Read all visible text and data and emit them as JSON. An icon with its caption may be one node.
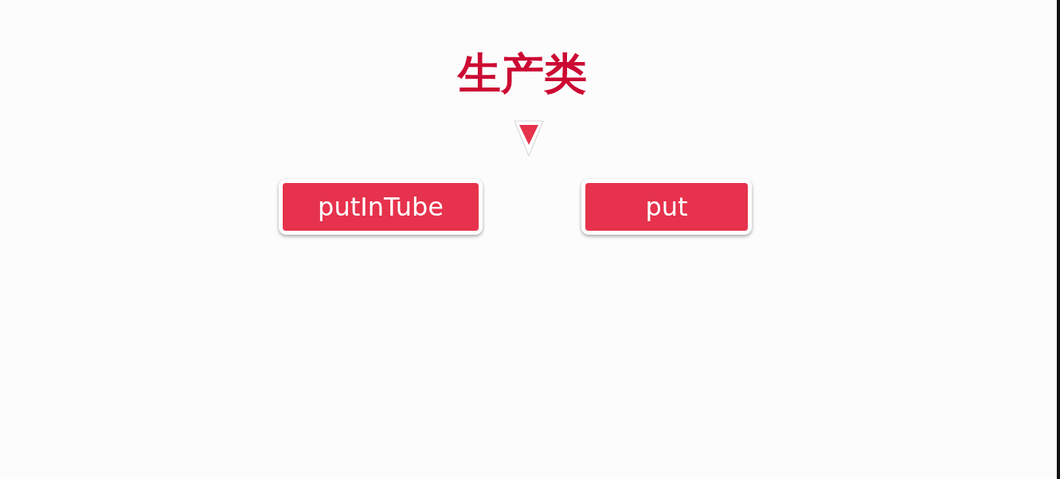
{
  "diagram": {
    "title": "生产类",
    "nodes": [
      {
        "text": [
          "putInTube"
        ]
      },
      {
        "text": [
          "put"
        ]
      }
    ]
  }
}
